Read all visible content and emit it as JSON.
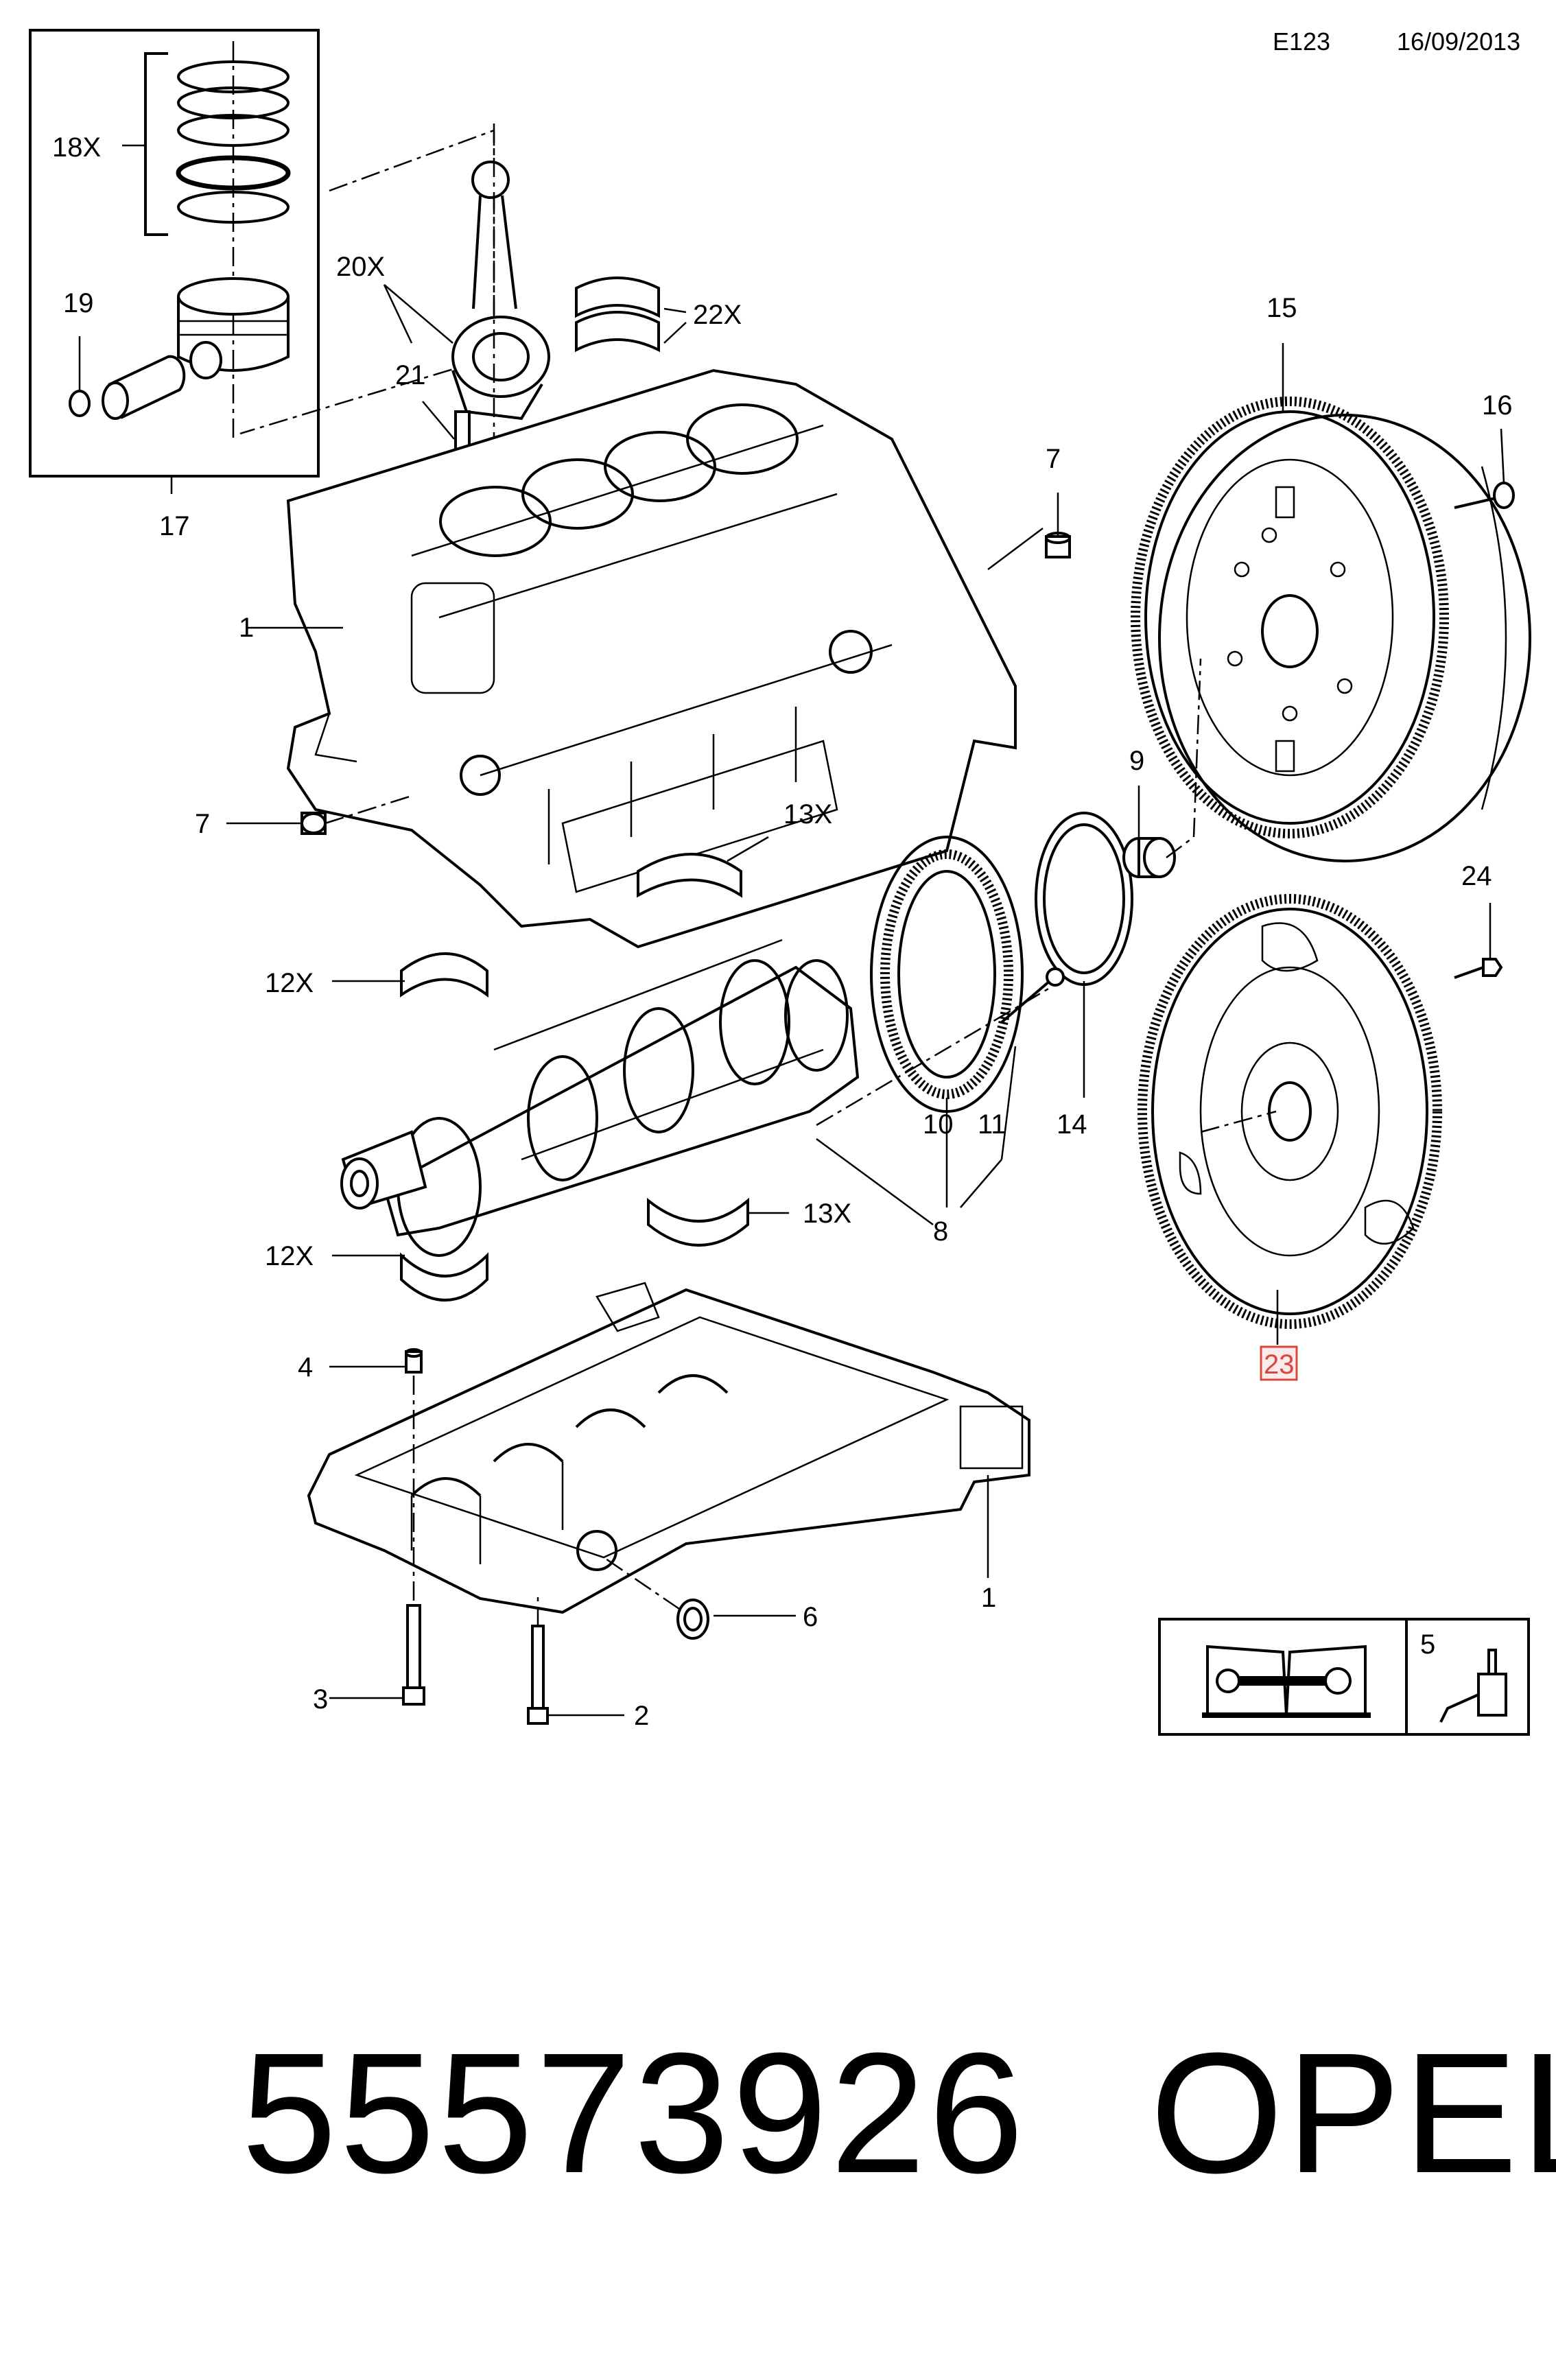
{
  "header": {
    "code": "E123",
    "date": "16/09/2013"
  },
  "callouts": {
    "c1a": "1",
    "c1b": "1",
    "c2": "2",
    "c3": "3",
    "c4": "4",
    "c5": "5",
    "c6": "6",
    "c7a": "7",
    "c7b": "7",
    "c8": "8",
    "c9": "9",
    "c10": "10",
    "c11": "11",
    "c12a": "12X",
    "c12b": "12X",
    "c13a": "13X",
    "c13b": "13X",
    "c14": "14",
    "c15": "15",
    "c16": "16",
    "c17": "17",
    "c18": "18X",
    "c19": "19",
    "c20": "20X",
    "c21": "21",
    "c22": "22X",
    "c23": "23",
    "c24": "24"
  },
  "highlight": {
    "callout": "23",
    "color": "#d9463e"
  },
  "footer": {
    "part_number": "55573926",
    "brand": "OPEL"
  },
  "icons": {
    "manual": "repair-manual-icon",
    "sealant": "sealant-tube-icon"
  }
}
